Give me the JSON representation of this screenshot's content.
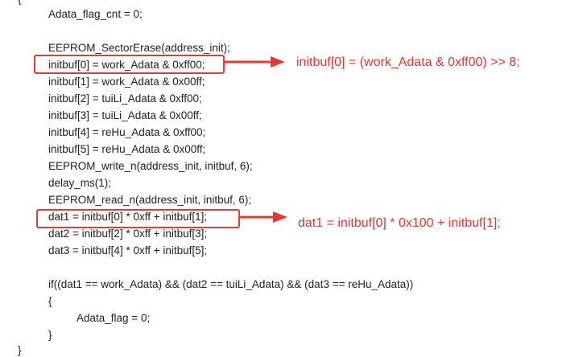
{
  "code": {
    "brace_top": "{",
    "brace_bottom": "}",
    "lines": [
      "Adata_flag_cnt = 0;",
      "EEPROM_SectorErase(address_init);",
      "initbuf[0] = work_Adata & 0xff00;",
      "initbuf[1] = work_Adata & 0x00ff;",
      "initbuf[2] = tuiLi_Adata & 0xff00;",
      "initbuf[3] = tuiLi_Adata & 0x00ff;",
      "initbuf[4] = reHu_Adata & 0xff00;",
      "initbuf[5] = reHu_Adata & 0x00ff;",
      "EEPROM_write_n(address_init, initbuf, 6);",
      "delay_ms(1);",
      "EEPROM_read_n(address_init, initbuf, 6);",
      "dat1 = initbuf[0] * 0xff + initbuf[1];",
      "dat2 = initbuf[2] * 0xff + initbuf[3];",
      "dat3 = initbuf[4] * 0xff + initbuf[5];",
      "if((dat1 == work_Adata) && (dat2 == tuiLi_Adata) && (dat3 == reHu_Adata))",
      "{",
      "Adata_flag = 0;",
      "}"
    ]
  },
  "annotations": {
    "first": "initbuf[0] = (work_Adata & 0xff00) >> 8;",
    "second": "dat1 = initbuf[0] * 0x100 + initbuf[1];"
  },
  "colors": {
    "highlight": "#e53935",
    "annotation_text": "#e8322a",
    "code_text": "#222222"
  }
}
